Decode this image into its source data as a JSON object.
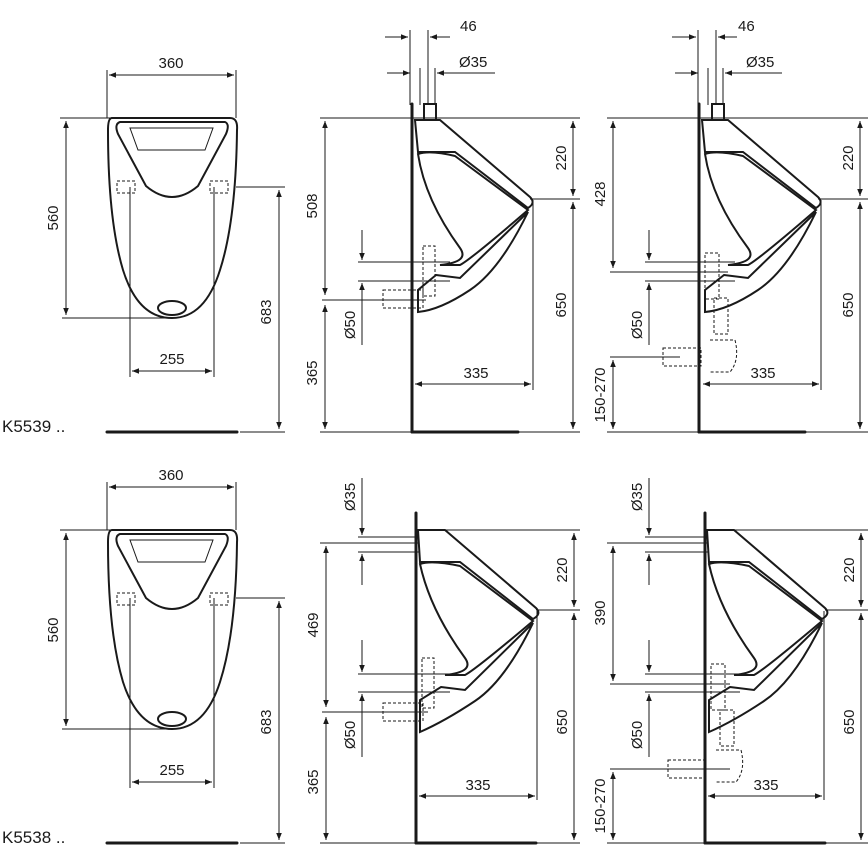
{
  "drawing": {
    "rows": [
      {
        "model": "K5539 ..",
        "front": {
          "width": "360",
          "height": "560",
          "inlet_spacing": "255",
          "inlet_height": "683"
        },
        "side_a": {
          "top_offset": "46",
          "inlet_dia": "Ø35",
          "upper": "508",
          "outlet_dia": "Ø50",
          "lower": "365",
          "top_to_lip": "220",
          "lip_height": "650",
          "depth": "335"
        },
        "side_b": {
          "top_offset": "46",
          "inlet_dia": "Ø35",
          "upper": "428",
          "outlet_dia": "Ø50",
          "lower": "150-270",
          "top_to_lip": "220",
          "lip_height": "650",
          "depth": "335"
        }
      },
      {
        "model": "K5538 ..",
        "front": {
          "width": "360",
          "height": "560",
          "inlet_spacing": "255",
          "inlet_height": "683"
        },
        "side_a": {
          "inlet_dia": "Ø35",
          "upper": "469",
          "outlet_dia": "Ø50",
          "lower": "365",
          "top_to_lip": "220",
          "lip_height": "650",
          "depth": "335"
        },
        "side_b": {
          "inlet_dia": "Ø35",
          "upper": "390",
          "outlet_dia": "Ø50",
          "lower": "150-270",
          "top_to_lip": "220",
          "lip_height": "650",
          "depth": "335"
        }
      }
    ]
  }
}
